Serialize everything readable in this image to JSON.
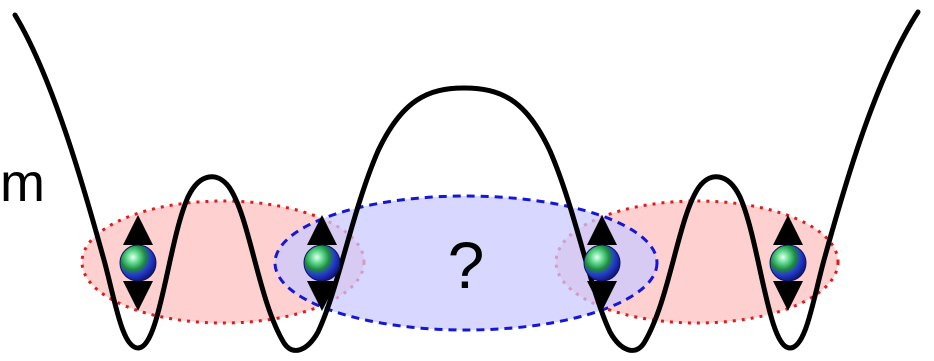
{
  "labels": {
    "side_label": "m",
    "question": "?"
  },
  "colors": {
    "curve": "#000000",
    "red_pair_fill": "#ffc8c8",
    "red_pair_border": "#e01b1b",
    "blue_pair_fill": "#c9c9ff",
    "blue_pair_border": "#1616d6",
    "overlap_fill": "#ddb6e7",
    "atom_core": "#1d8b3d",
    "atom_shell": "#2537d2",
    "spin_arrow": "#000000"
  },
  "diagram": {
    "wells": 4,
    "spins_per_well": 1,
    "icons": [
      "double-well-potential-curve",
      "atom-icon",
      "spin-up-down-arrow-icon"
    ]
  }
}
